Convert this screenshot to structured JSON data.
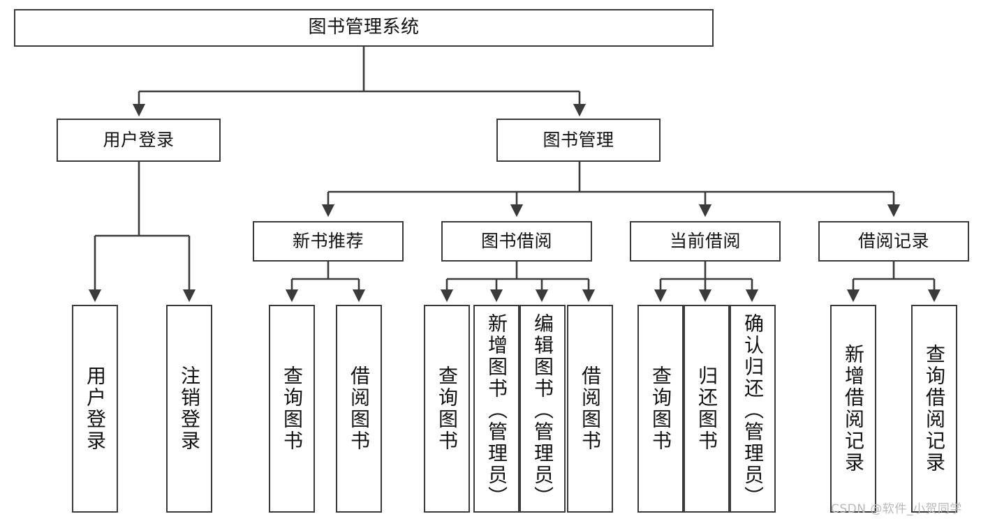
{
  "diagram": {
    "type": "tree",
    "title": "图书管理系统",
    "root": {
      "label": "图书管理系统"
    },
    "level2": [
      {
        "label": "用户登录"
      },
      {
        "label": "图书管理"
      }
    ],
    "level3": [
      {
        "label": "新书推荐"
      },
      {
        "label": "图书借阅"
      },
      {
        "label": "当前借阅"
      },
      {
        "label": "借阅记录"
      }
    ],
    "leaves": {
      "user_login": [
        {
          "label": "用户登录"
        },
        {
          "label": "注销登录"
        }
      ],
      "new_book_recommend": [
        {
          "label": "查询图书"
        },
        {
          "label": "借阅图书"
        }
      ],
      "book_borrow": [
        {
          "label": "查询图书"
        },
        {
          "label": "新增图书（管理员）"
        },
        {
          "label": "编辑图书（管理员）"
        },
        {
          "label": "借阅图书"
        }
      ],
      "current_borrow": [
        {
          "label": "查询图书"
        },
        {
          "label": "归还图书"
        },
        {
          "label": "确认归还（管理员）"
        }
      ],
      "borrow_record": [
        {
          "label": "新增借阅记录"
        },
        {
          "label": "查询借阅记录"
        }
      ]
    }
  },
  "watermark": {
    "text": "CSDN @软件_小贺同学"
  },
  "colors": {
    "border": "#3a3a3a",
    "text": "#111111",
    "background": "#ffffff",
    "watermark": "#b9b9b9"
  }
}
